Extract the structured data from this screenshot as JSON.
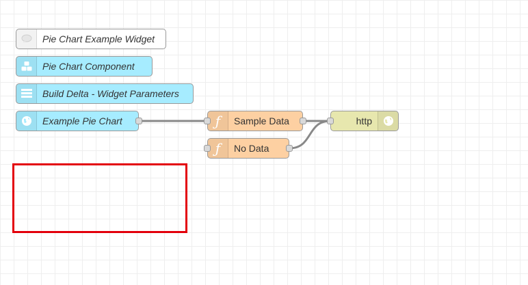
{
  "flow": {
    "nodes": [
      {
        "id": "comment",
        "label": "Pie Chart Example Widget",
        "type": "comment",
        "icon": "comment-icon",
        "color": "#ffffff"
      },
      {
        "id": "component",
        "label": "Pie Chart Component",
        "type": "template",
        "icon": "cubes-icon",
        "color": "#a6ecff"
      },
      {
        "id": "params",
        "label": "Build Delta - Widget Parameters",
        "type": "template",
        "icon": "list-icon",
        "color": "#a6ecff"
      },
      {
        "id": "example",
        "label": "Example Pie Chart",
        "type": "inject",
        "icon": "globe-icon",
        "color": "#a6ecff"
      },
      {
        "id": "sample",
        "label": "Sample Data",
        "type": "function",
        "icon": "function-icon",
        "color": "#fdd0a2"
      },
      {
        "id": "nodata",
        "label": "No Data",
        "type": "function",
        "icon": "function-icon",
        "color": "#fdd0a2"
      },
      {
        "id": "http",
        "label": "http",
        "type": "http-response",
        "icon": "http-icon",
        "color": "#e7e7ae"
      }
    ],
    "wires": [
      {
        "from": "example",
        "to": "sample"
      },
      {
        "from": "sample",
        "to": "http"
      },
      {
        "from": "nodata",
        "to": "http"
      }
    ],
    "wire_color": "#888888",
    "selection_color": "#e3000b"
  }
}
